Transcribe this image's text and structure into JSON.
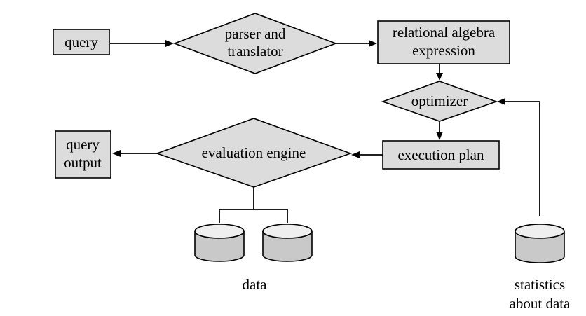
{
  "nodes": {
    "query": "query",
    "parser_line1": "parser and",
    "parser_line2": "translator",
    "ra_line1": "relational algebra",
    "ra_line2": "expression",
    "optimizer": "optimizer",
    "execution_plan": "execution plan",
    "evaluation_engine": "evaluation engine",
    "output_line1": "query",
    "output_line2": "output"
  },
  "stores": {
    "data_label": "data",
    "stats_line1": "statistics",
    "stats_line2": "about data"
  },
  "colors": {
    "shape_fill": "#dcdcdc",
    "stroke": "#000000",
    "background": "#ffffff"
  }
}
